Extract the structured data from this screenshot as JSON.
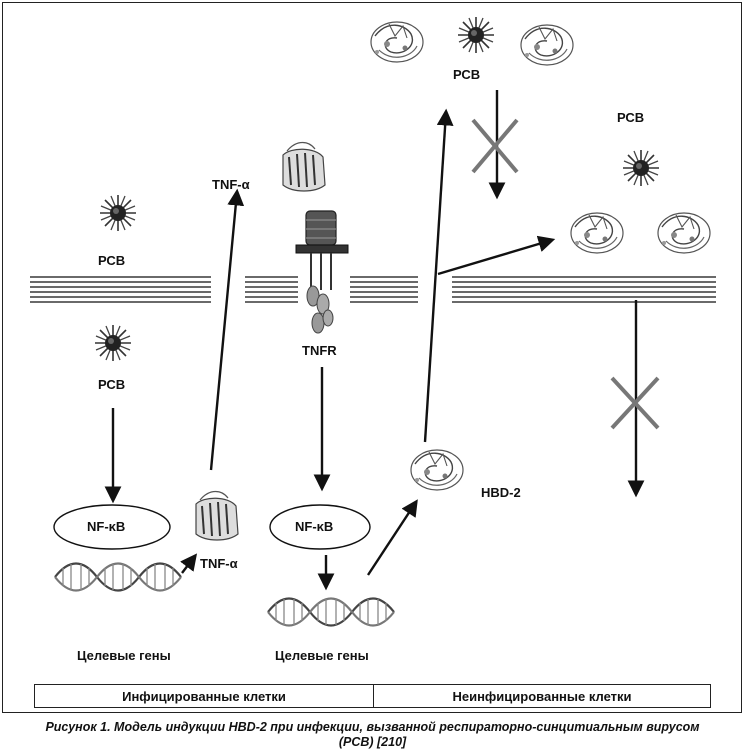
{
  "labels": {
    "rsv_top": "РСВ",
    "rsv_right": "РСВ",
    "rsv_left_outside": "РСВ",
    "rsv_left_inside": "РСВ",
    "tnf_alpha_top": "TNF-α",
    "tnf_alpha_bottom": "TNF-α",
    "tnfr": "TNFR",
    "nfkb_left": "NF-κB",
    "nfkb_middle": "NF-κB",
    "hbd2": "HBD-2",
    "target_genes_left": "Целевые гены",
    "target_genes_middle": "Целевые гены"
  },
  "conditions": {
    "infected": "Инфицированные клетки",
    "uninfected": "Неинфицированные клетки"
  },
  "caption": {
    "line1": "Рисунок 1. Модель индукции HBD-2 при инфекции, вызванной респираторно-синцитиальным вирусом",
    "line2": "(РСВ) [210]"
  }
}
